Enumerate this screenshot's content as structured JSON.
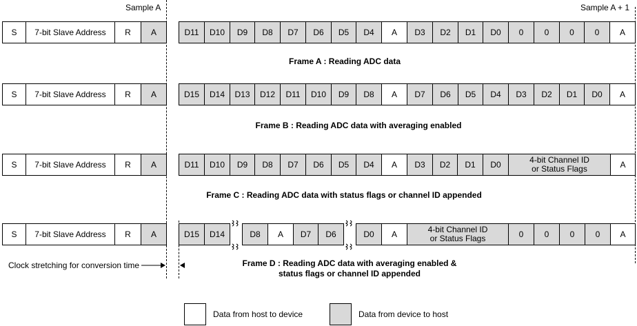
{
  "header": {
    "sample_a": "Sample A",
    "sample_a_plus_1": "Sample A + 1"
  },
  "frames": [
    {
      "id": "frame-a",
      "caption": [
        "Frame A : Reading ADC data"
      ],
      "cells": [
        {
          "t": "S",
          "g": false
        },
        {
          "t": "7-bit Slave Address",
          "g": false
        },
        {
          "t": "R",
          "g": false
        },
        {
          "t": "A",
          "g": true
        },
        {
          "t": "D11",
          "g": true
        },
        {
          "t": "D10",
          "g": true
        },
        {
          "t": "D9",
          "g": true
        },
        {
          "t": "D8",
          "g": true
        },
        {
          "t": "D7",
          "g": true
        },
        {
          "t": "D6",
          "g": true
        },
        {
          "t": "D5",
          "g": true
        },
        {
          "t": "D4",
          "g": true
        },
        {
          "t": "A",
          "g": false
        },
        {
          "t": "D3",
          "g": true
        },
        {
          "t": "D2",
          "g": true
        },
        {
          "t": "D1",
          "g": true
        },
        {
          "t": "D0",
          "g": true
        },
        {
          "t": "0",
          "g": true
        },
        {
          "t": "0",
          "g": true
        },
        {
          "t": "0",
          "g": true
        },
        {
          "t": "0",
          "g": true
        },
        {
          "t": "A",
          "g": false
        }
      ]
    },
    {
      "id": "frame-b",
      "caption": [
        "Frame B : Reading ADC data with averaging enabled"
      ],
      "cells": [
        {
          "t": "S",
          "g": false
        },
        {
          "t": "7-bit Slave Address",
          "g": false
        },
        {
          "t": "R",
          "g": false
        },
        {
          "t": "A",
          "g": true
        },
        {
          "t": "D15",
          "g": true
        },
        {
          "t": "D14",
          "g": true
        },
        {
          "t": "D13",
          "g": true
        },
        {
          "t": "D12",
          "g": true
        },
        {
          "t": "D11",
          "g": true
        },
        {
          "t": "D10",
          "g": true
        },
        {
          "t": "D9",
          "g": true
        },
        {
          "t": "D8",
          "g": true
        },
        {
          "t": "A",
          "g": false
        },
        {
          "t": "D7",
          "g": true
        },
        {
          "t": "D6",
          "g": true
        },
        {
          "t": "D5",
          "g": true
        },
        {
          "t": "D4",
          "g": true
        },
        {
          "t": "D3",
          "g": true
        },
        {
          "t": "D2",
          "g": true
        },
        {
          "t": "D1",
          "g": true
        },
        {
          "t": "D0",
          "g": true
        },
        {
          "t": "A",
          "g": false
        }
      ]
    },
    {
      "id": "frame-c",
      "caption": [
        "Frame C : Reading ADC data with status flags or channel ID appended"
      ],
      "cells": [
        {
          "t": "S",
          "g": false
        },
        {
          "t": "7-bit Slave Address",
          "g": false
        },
        {
          "t": "R",
          "g": false
        },
        {
          "t": "A",
          "g": true
        },
        {
          "t": "D11",
          "g": true
        },
        {
          "t": "D10",
          "g": true
        },
        {
          "t": "D9",
          "g": true
        },
        {
          "t": "D8",
          "g": true
        },
        {
          "t": "D7",
          "g": true
        },
        {
          "t": "D6",
          "g": true
        },
        {
          "t": "D5",
          "g": true
        },
        {
          "t": "D4",
          "g": true
        },
        {
          "t": "A",
          "g": false
        },
        {
          "t": "D3",
          "g": true
        },
        {
          "t": "D2",
          "g": true
        },
        {
          "t": "D1",
          "g": true
        },
        {
          "t": "D0",
          "g": true
        },
        {
          "t": "4-bit Channel ID\nor Status Flags",
          "g": true
        },
        {
          "t": "A",
          "g": false
        }
      ]
    },
    {
      "id": "frame-d",
      "caption": [
        "Frame D : Reading ADC data with averaging enabled &",
        "status flags or channel ID appended"
      ],
      "cells": [
        {
          "t": "S",
          "g": false
        },
        {
          "t": "7-bit Slave Address",
          "g": false
        },
        {
          "t": "R",
          "g": false
        },
        {
          "t": "A",
          "g": true
        },
        {
          "t": "D15",
          "g": true
        },
        {
          "t": "D14",
          "g": true
        },
        {
          "t": "D8",
          "g": true
        },
        {
          "t": "A",
          "g": false
        },
        {
          "t": "D7",
          "g": true
        },
        {
          "t": "D6",
          "g": true
        },
        {
          "t": "D0",
          "g": true
        },
        {
          "t": "A",
          "g": false
        },
        {
          "t": "4-bit Channel ID\nor Status Flags",
          "g": true
        },
        {
          "t": "0",
          "g": true
        },
        {
          "t": "0",
          "g": true
        },
        {
          "t": "0",
          "g": true
        },
        {
          "t": "0",
          "g": true
        },
        {
          "t": "A",
          "g": false
        }
      ]
    }
  ],
  "clock_stretch_label": "Clock stretching for conversion time",
  "legend": {
    "host_to_device": "Data from host to device",
    "device_to_host": "Data from device to host",
    "host_color": "#ffffff",
    "device_color": "#d9d9d9"
  }
}
